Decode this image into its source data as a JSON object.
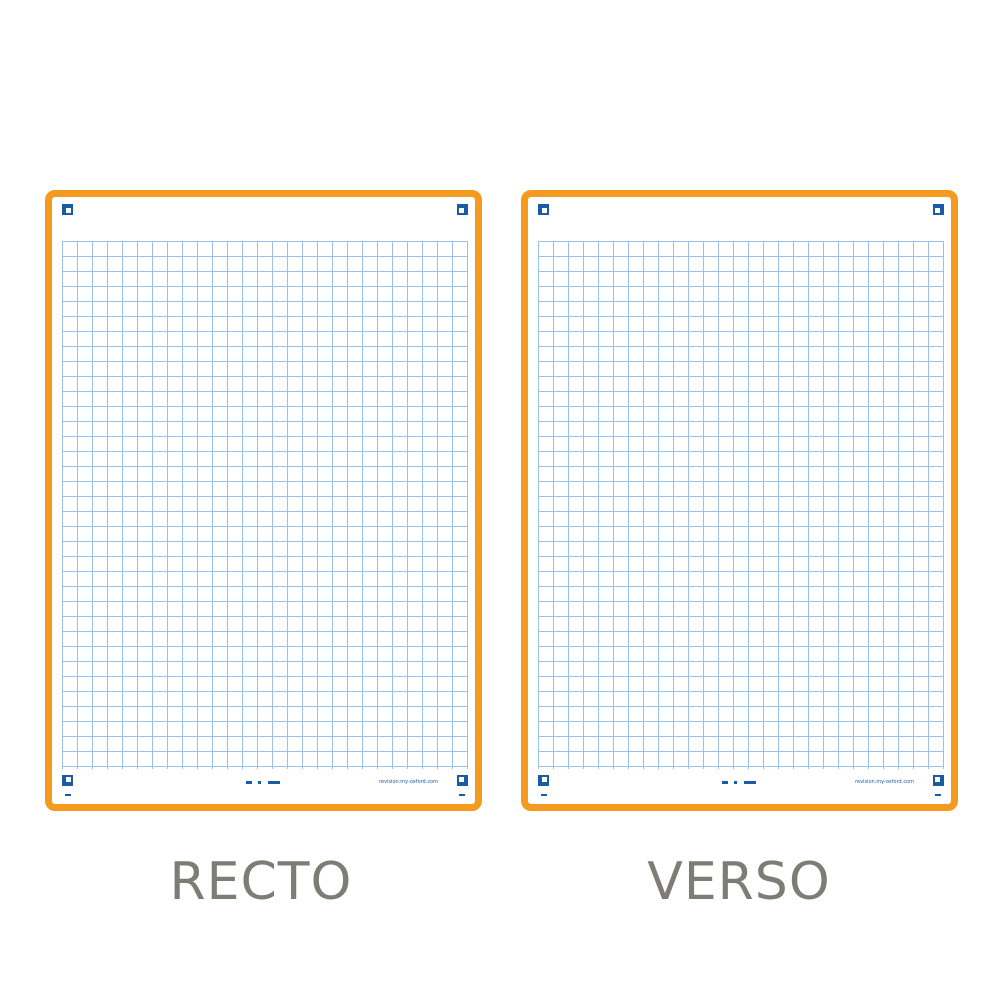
{
  "pages": [
    {
      "id": "recto",
      "caption": "RECTO",
      "footer_url": "revision.my-oxford.com"
    },
    {
      "id": "verso",
      "caption": "VERSO",
      "footer_url": "revision.my-oxford.com"
    }
  ],
  "colors": {
    "border": "#f39a1f",
    "grid": "#9cc0e6",
    "marks": "#1a5ba8",
    "caption": "#7d7d75"
  },
  "icons": {
    "corner": "corner-registration-icon"
  }
}
